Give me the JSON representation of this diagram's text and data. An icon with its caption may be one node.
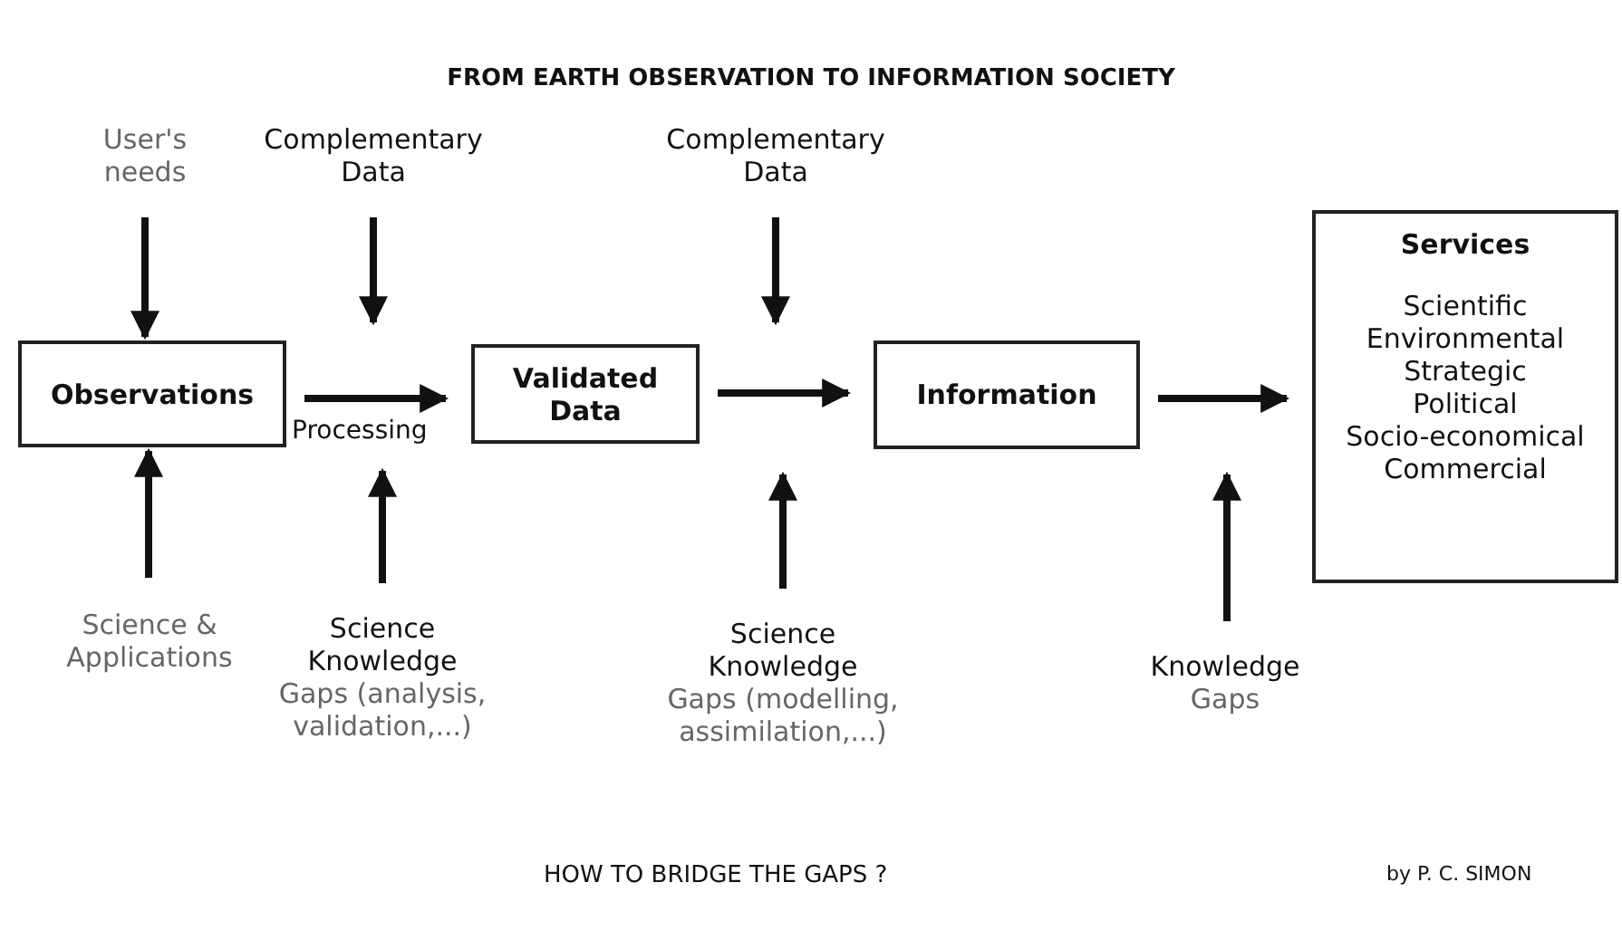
{
  "diagram": {
    "title": "FROM EARTH OBSERVATION TO INFORMATION SOCIETY",
    "nodes": [
      {
        "text": [
          "Observations"
        ]
      },
      {
        "text": [
          "Validated Data"
        ]
      },
      {
        "text": [
          "Information"
        ]
      },
      {
        "text": [
          "Services",
          "Scientific",
          "Environmental",
          "Strategic",
          "Political",
          "Socio-economical",
          "Commercial"
        ]
      },
      {
        "text": [
          "User's needs"
        ]
      },
      {
        "text": [
          "Complementary Data"
        ]
      },
      {
        "text": [
          "Complementary Data"
        ]
      },
      {
        "text": [
          "Science & Applications"
        ]
      },
      {
        "text": [
          "Science Knowledge",
          "Gaps (analysis, validation,...)"
        ]
      },
      {
        "text": [
          "Science Knowledge",
          "Gaps (modelling, assimilation,...)"
        ]
      },
      {
        "text": [
          "Knowledge",
          "Gaps"
        ]
      }
    ],
    "edges": [
      {
        "from": 4,
        "to": 0,
        "arrow": "to"
      },
      {
        "from": 5,
        "to": null,
        "arrow": "to"
      },
      {
        "from": 7,
        "to": 0,
        "arrow": "to"
      },
      {
        "from": 8,
        "to": null,
        "arrow": "to"
      },
      {
        "from": 0,
        "to": 1,
        "arrow": "to",
        "label": "Processing"
      },
      {
        "from": 1,
        "to": 2,
        "arrow": "to"
      },
      {
        "from": 6,
        "to": null,
        "arrow": "to"
      },
      {
        "from": 9,
        "to": null,
        "arrow": "to"
      },
      {
        "from": 2,
        "to": 3,
        "arrow": "to"
      },
      {
        "from": 10,
        "to": null,
        "arrow": "to"
      }
    ],
    "labels": [
      "HOW TO BRIDGE THE GAPS ?",
      "by P. C. SIMON"
    ]
  }
}
